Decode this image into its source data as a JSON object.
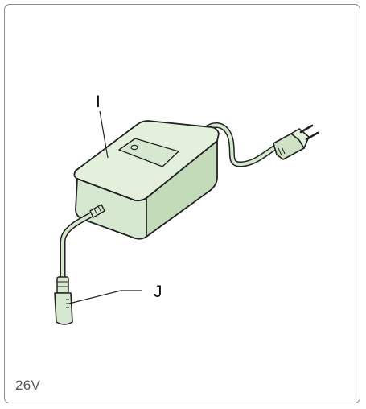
{
  "labels": {
    "adapter": "I",
    "connector": "J"
  },
  "caption": "26V",
  "colors": {
    "body_fill": "#d6e8cf",
    "body_shade": "#c3dbb9",
    "body_top": "#e3f0dc",
    "outline": "#222222",
    "frame": "#8f8f8f",
    "plug_fill": "#cfe2c6"
  }
}
